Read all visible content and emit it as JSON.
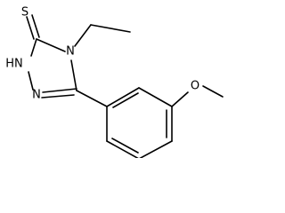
{
  "diagram": {
    "type": "chemical-structure",
    "atom_labels": {
      "sulfur": "S",
      "ring_n4": "N",
      "ring_nh": "HN",
      "ring_n2": "N",
      "ether_o": "O"
    },
    "colors": {
      "line": "#000000",
      "background": "#ffffff"
    }
  }
}
